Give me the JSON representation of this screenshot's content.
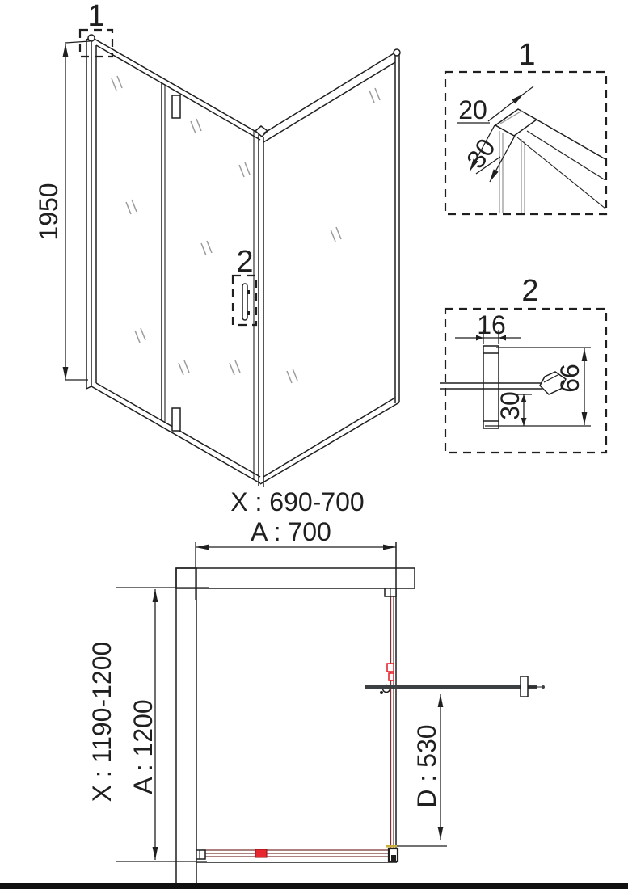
{
  "drawing": {
    "iso": {
      "height_dim": "1950",
      "width_dim": "X : 690-700",
      "callout1": "1",
      "callout2": "2"
    },
    "detail1": {
      "title": "1",
      "dim_width": "20",
      "dim_depth": "30"
    },
    "detail2": {
      "title": "2",
      "dim_width": "16",
      "dim_offset": "30",
      "dim_height": "66"
    },
    "plan": {
      "width_dim": "A : 700",
      "depth_range_dim": "X : 1190-1200",
      "depth_dim": "A : 1200",
      "door_dim": "D : 530"
    },
    "colors": {
      "line": "#1f1f1f",
      "glass_panel": "#7b3433",
      "glass_gray": "#9b9b9b",
      "accent_red": "#e8262d",
      "accent_yellow": "#c9ae3c",
      "door_bar": "#3c4043"
    }
  }
}
